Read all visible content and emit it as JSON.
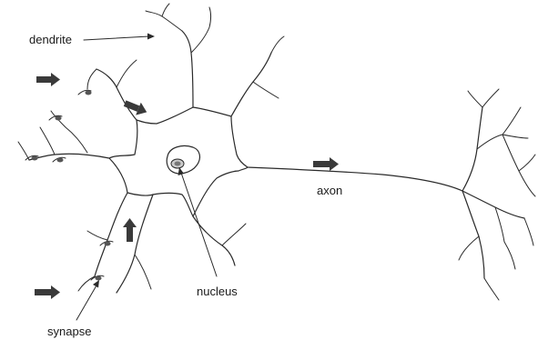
{
  "diagram": {
    "labels": {
      "dendrite": "dendrite",
      "axon": "axon",
      "nucleus": "nucleus",
      "synapse": "synapse"
    },
    "colors": {
      "line": "#2a2a2a",
      "arrow": "#3a3a3a",
      "background": "#ffffff"
    }
  }
}
